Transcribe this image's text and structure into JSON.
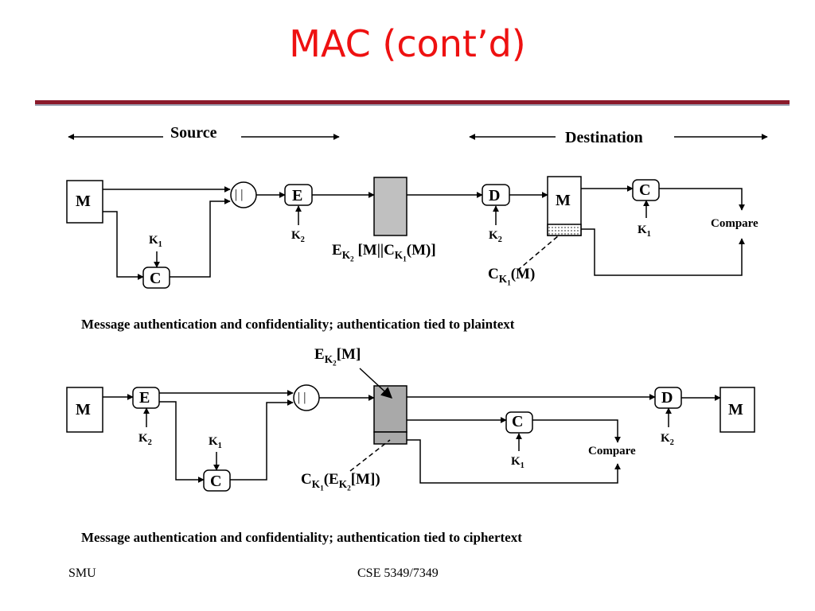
{
  "title": "MAC (cont’d)",
  "colors": {
    "title": "#ee1111",
    "rule": "#8b1a2b",
    "block_light": "#c0c0c0",
    "block_dark": "#a9a9a9"
  },
  "diagram1": {
    "source_label": "Source",
    "destination_label": "Destination",
    "m_label": "M",
    "concat_label": "| |",
    "e_label": "E",
    "c_label": "C",
    "d_label": "D",
    "k_letter": "K",
    "k1_sub": "1",
    "k2_sub": "2",
    "compare_label": "Compare",
    "cipher_label": {
      "e": "E",
      "k": "K",
      "k2": "2",
      "mid": " [M||C",
      "k1": "1",
      "end": "(M)]"
    },
    "mac_label": {
      "c": "C",
      "k": "K",
      "k1": "1",
      "end": "(M)"
    },
    "caption": "Message authentication and confidentiality; authentication tied to plaintext"
  },
  "diagram2": {
    "m_label": "M",
    "e_label": "E",
    "c_label": "C",
    "d_label": "D",
    "concat_label": "| |",
    "k_letter": "K",
    "k1_sub": "1",
    "k2_sub": "2",
    "compare_label": "Compare",
    "cipher_label": {
      "e": "E",
      "k": "K",
      "k2": "2",
      "end": "[M]"
    },
    "mac_label": {
      "c": "C",
      "k": "K",
      "k1": "1",
      "mid": "(E",
      "k2": "2",
      "end": "[M])"
    },
    "caption": "Message authentication and confidentiality; authentication tied to ciphertext"
  },
  "footer": {
    "left": "SMU",
    "center": "CSE 5349/7349"
  }
}
